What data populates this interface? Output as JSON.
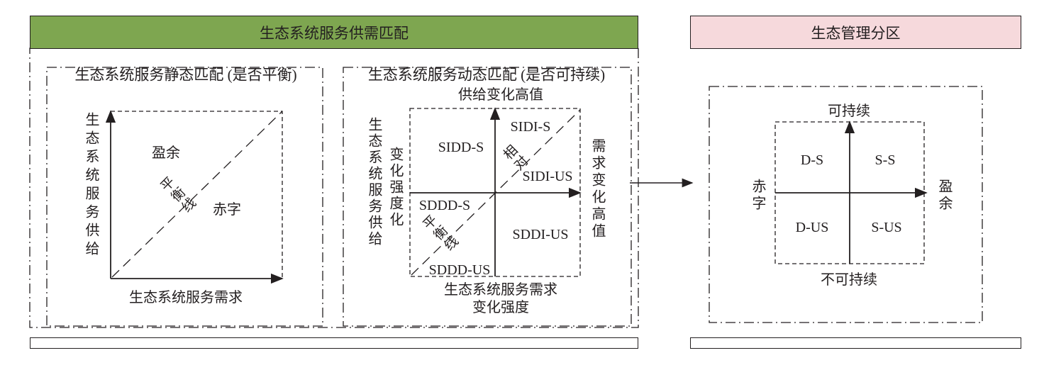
{
  "left_section": {
    "header": "生态系统服务供需匹配",
    "header_color": "#7ea650",
    "static_panel": {
      "title": "生态系统服务静态匹配 (是否平衡)",
      "y_axis": "生态系统服务供给",
      "x_axis": "生态系统服务需求",
      "surplus": "盈余",
      "deficit": "赤字",
      "balance_line": "平衡线"
    },
    "dynamic_panel": {
      "title": "生态系统服务动态匹配 (是否可持续)",
      "top_label": "供给变化高值",
      "y_axis_outer": "生态系统服务供给",
      "y_axis_inner": "变化强度化",
      "right_label": "需求变化高值",
      "x_axis_line1": "生态系统服务需求",
      "x_axis_line2": "变化强度",
      "relative_label": "相对",
      "balance_line": "平衡线",
      "quadrants": {
        "sidd_s": "SIDD-S",
        "sidi_s": "SIDI-S",
        "sidi_us": "SIDI-US",
        "sddd_s": "SDDD-S",
        "sddi_us": "SDDI-US",
        "sddd_us": "SDDD-US"
      }
    }
  },
  "right_section": {
    "header": "生态管理分区",
    "header_color": "#f6d9dc",
    "top_label": "可持续",
    "bottom_label": "不可持续",
    "left_label": "赤字",
    "right_label": "盈余",
    "quadrants": {
      "ds": "D-S",
      "ss": "S-S",
      "dus": "D-US",
      "sus": "S-US"
    }
  }
}
